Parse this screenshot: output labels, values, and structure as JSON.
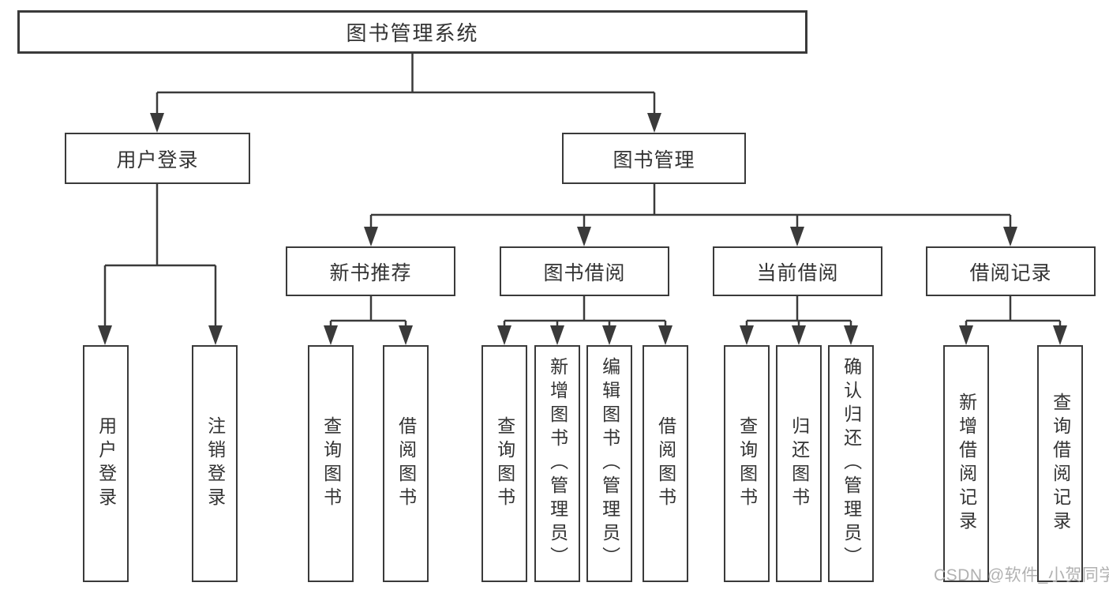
{
  "tree": {
    "label": "图书管理系统",
    "children": [
      {
        "label": "用户登录",
        "children": [
          {
            "label": "用户登录"
          },
          {
            "label": "注销登录"
          }
        ]
      },
      {
        "label": "图书管理",
        "children": [
          {
            "label": "新书推荐",
            "children": [
              {
                "label": "查询图书"
              },
              {
                "label": "借阅图书"
              }
            ]
          },
          {
            "label": "图书借阅",
            "children": [
              {
                "label": "查询图书"
              },
              {
                "label": "新增图书（管理员）"
              },
              {
                "label": "编辑图书（管理员）"
              },
              {
                "label": "借阅图书"
              }
            ]
          },
          {
            "label": "当前借阅",
            "children": [
              {
                "label": "查询图书"
              },
              {
                "label": "归还图书"
              },
              {
                "label": "确认归还（管理员）"
              }
            ]
          },
          {
            "label": "借阅记录",
            "children": [
              {
                "label": "新增借阅记录"
              },
              {
                "label": "查询借阅记录"
              }
            ]
          }
        ]
      }
    ]
  },
  "watermark": {
    "text": "CSDN @软件_小贺同学"
  },
  "colors": {
    "line": "#3a3a3a",
    "text": "#333333",
    "background": "#ffffff",
    "watermark": "#b1b1b1"
  }
}
